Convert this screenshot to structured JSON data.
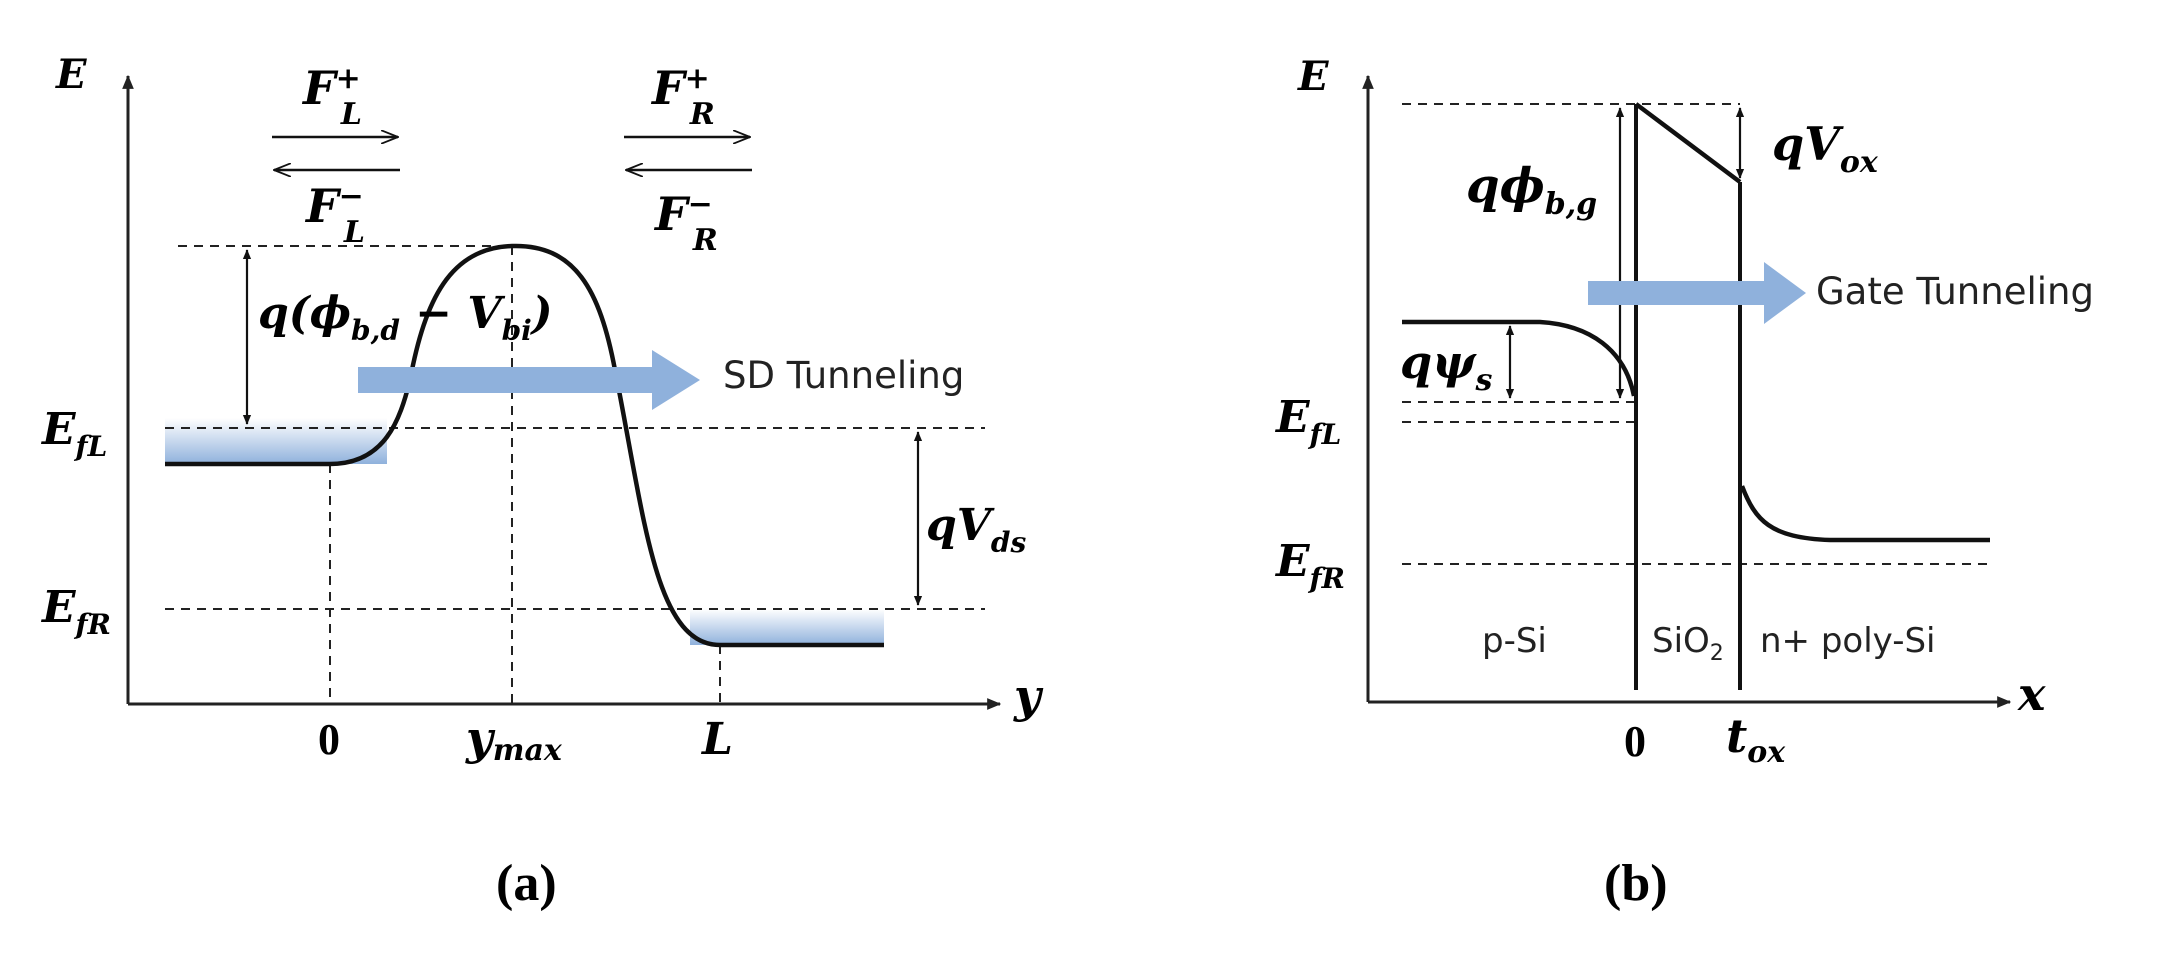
{
  "panel_a": {
    "caption_letter": "a",
    "axis_y_label": "E",
    "axis_x_label": "y",
    "ef_left": {
      "base": "E",
      "sub": "fL"
    },
    "ef_right": {
      "base": "E",
      "sub": "fR"
    },
    "tick_zero": "0",
    "tick_ymax": {
      "base": "y",
      "sub": "max"
    },
    "tick_L": "L",
    "flux_left_plus": {
      "base": "F",
      "sub": "L",
      "sup": "+"
    },
    "flux_left_minus": {
      "base": "F",
      "sub": "L",
      "sup": "−"
    },
    "flux_right_plus": {
      "base": "F",
      "sub": "R",
      "sup": "+"
    },
    "flux_right_minus": {
      "base": "F",
      "sub": "R",
      "sup": "−"
    },
    "barrier_label": {
      "pre": "q(",
      "phi": "ϕ",
      "phi_sub": "b,d",
      "minus": " − V",
      "v_sub": "bi",
      "post": ")"
    },
    "vds_label": {
      "base": "qV",
      "sub": "ds"
    },
    "tunnel_label": "SD Tunneling"
  },
  "panel_b": {
    "caption_letter": "b",
    "axis_y_label": "E",
    "axis_x_label": "x",
    "ef_left": {
      "base": "E",
      "sub": "fL"
    },
    "ef_right": {
      "base": "E",
      "sub": "fR"
    },
    "tick_zero": "0",
    "tick_tox": {
      "base": "t",
      "sub": "ox"
    },
    "phi_bg_label": {
      "base": "qϕ",
      "sub": "b,g"
    },
    "vox_label": {
      "base": "qV",
      "sub": "ox"
    },
    "psi_label": {
      "base": "qψ",
      "sub": "s"
    },
    "tunnel_label": "Gate Tunneling",
    "region_psi": "p-Si",
    "region_oxide": {
      "base": "SiO",
      "sub": "2"
    },
    "region_poly": "n+ poly-Si"
  },
  "colors": {
    "tunnel_arrow": "#8fb1dc",
    "fill_top": "#ffffff",
    "fill_bottom": "#8fb1dc",
    "line": "#111111"
  }
}
